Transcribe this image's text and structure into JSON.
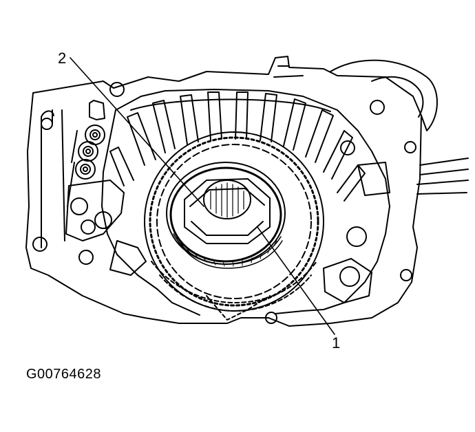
{
  "callouts": {
    "one": "1",
    "two": "2"
  },
  "figure_id": "G00764628",
  "colors": {
    "line": "#000000",
    "background": "#ffffff"
  }
}
